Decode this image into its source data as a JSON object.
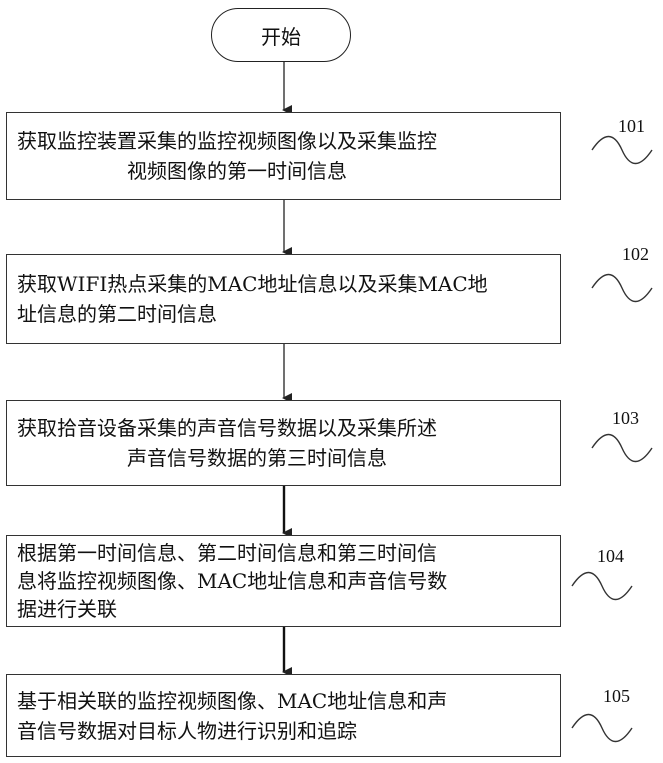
{
  "start": {
    "label": "开始"
  },
  "steps": [
    {
      "number": "101",
      "lines": [
        "获取监控装置采集的监控视频图像以及采集监控",
        "视频图像的第一时间信息"
      ]
    },
    {
      "number": "102",
      "lines": [
        "获取WIFI热点采集的MAC地址信息以及采集MAC地",
        "址信息的第二时间信息"
      ]
    },
    {
      "number": "103",
      "lines": [
        "获取拾音设备采集的声音信号数据以及采集所述",
        "声音信号数据的第三时间信息"
      ]
    },
    {
      "number": "104",
      "lines": [
        "根据第一时间信息、第二时间信息和第三时间信",
        "息将监控视频图像、MAC地址信息和声音信号数",
        "据进行关联"
      ]
    },
    {
      "number": "105",
      "lines": [
        "基于相关联的监控视频图像、MAC地址信息和声",
        "音信号数据对目标人物进行识别和追踪"
      ]
    }
  ]
}
